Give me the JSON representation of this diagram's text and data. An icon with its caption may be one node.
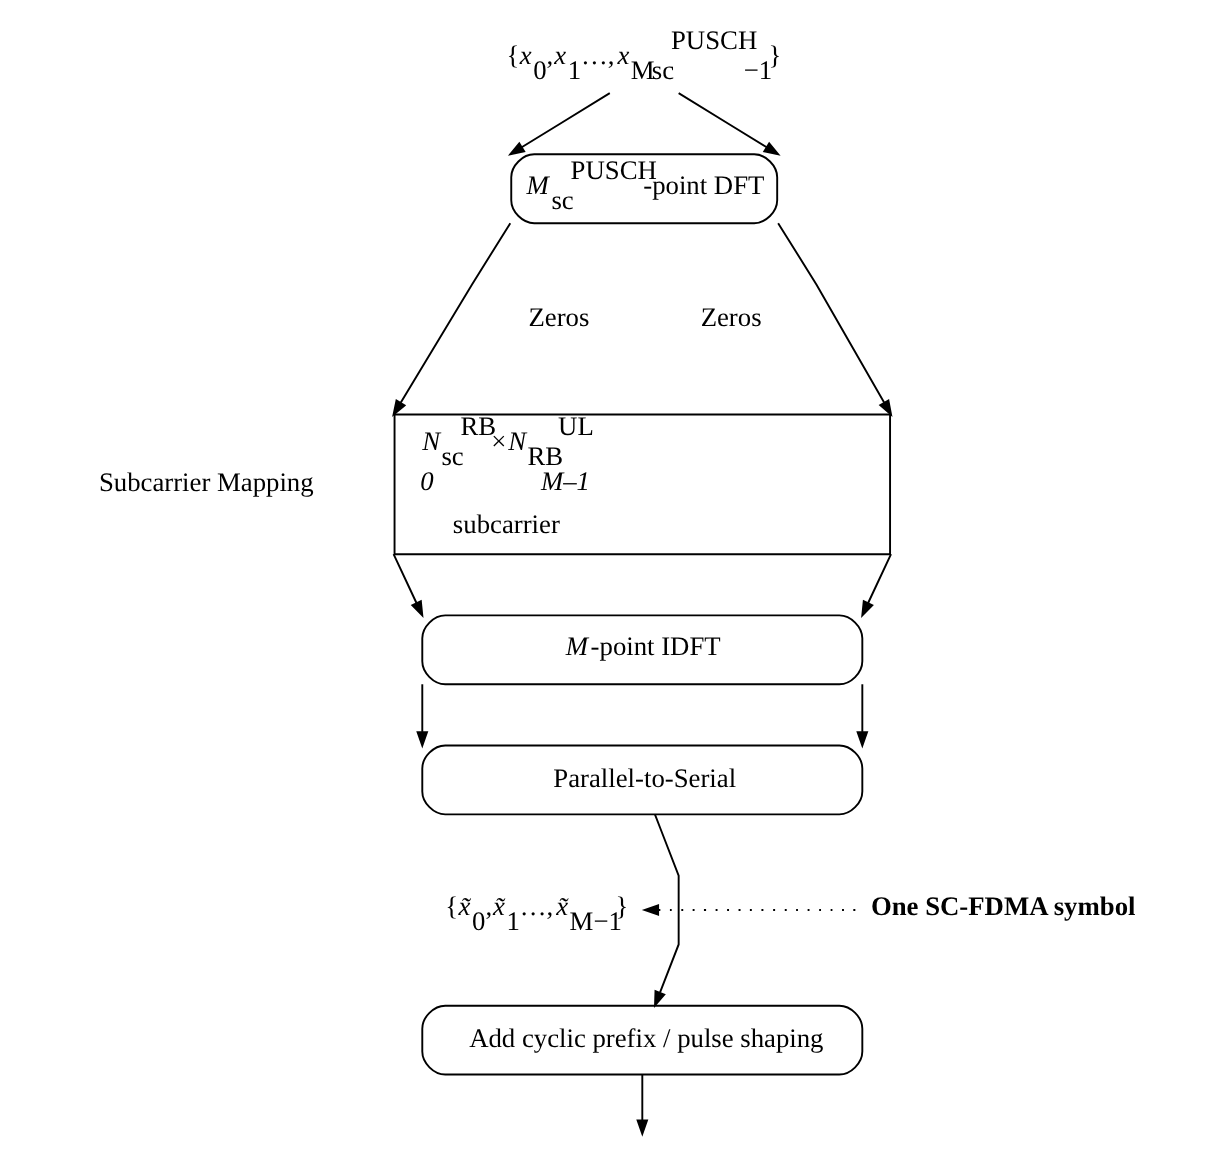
{
  "diagram": {
    "nodes": [
      {
        "text": [
          "{*x*$_{0}$,*x*$_{1}$…,*x*$_{M}$$_{sc}$$^{PUSCH}$$_{−1}$}"
        ]
      },
      {
        "text": [
          "*M*$_{sc}$$^{PUSCH}$-point DFT"
        ]
      },
      {
        "text": [
          "*N*$_{sc}$$^{RB}$×*N*$_{RB}$$^{UL}$",
          "0",
          "M–1",
          "subcarrier"
        ],
        "beside": [
          "Subcarrier Mapping"
        ]
      },
      {
        "text": [
          "*M*-point IDFT"
        ]
      },
      {
        "text": [
          "Parallel-to-Serial"
        ]
      },
      {
        "text": [
          "{*x̃*$_{0}$,*x̃*$_{1}$…,*x̃*$_{M−1}$}"
        ]
      },
      {
        "text": [
          "Add cyclic prefix / pulse shaping"
        ]
      },
      {
        "text": [
          "One SC-FDMA symbol"
        ]
      }
    ],
    "edges": [
      {
        "from": 0,
        "to": 1,
        "arrow": "to"
      },
      {
        "from": 0,
        "to": 1,
        "arrow": "to"
      },
      {
        "from": 1,
        "to": 2,
        "arrow": "to"
      },
      {
        "from": 1,
        "to": 2,
        "arrow": "to"
      },
      {
        "from": 2,
        "to": 3,
        "arrow": "to"
      },
      {
        "from": 2,
        "to": 3,
        "arrow": "to"
      },
      {
        "from": 3,
        "to": 4,
        "arrow": "to"
      },
      {
        "from": 3,
        "to": 4,
        "arrow": "to"
      },
      {
        "from": 4,
        "to": 6,
        "arrow": "to"
      },
      {
        "from": 7,
        "to": 5,
        "arrow": "to",
        "style": "dashed"
      },
      {
        "from": 6,
        "to": null,
        "arrow": "to"
      }
    ],
    "labels": [
      "Zeros",
      "Zeros"
    ]
  }
}
